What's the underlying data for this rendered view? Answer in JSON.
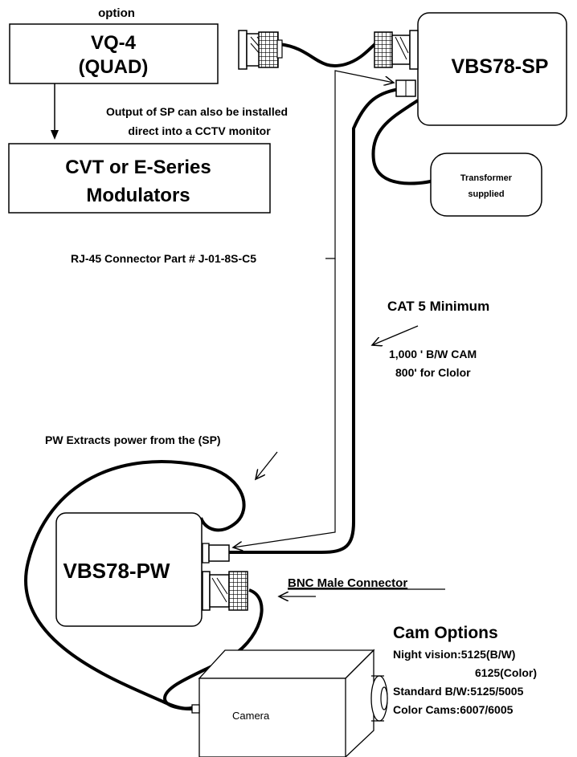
{
  "option_label": "option",
  "vq4": {
    "line1": "VQ-4",
    "line2": "(QUAD)"
  },
  "sp_box": {
    "label": "VBS78-SP"
  },
  "output_note": {
    "line1": "Output of SP can also be installed",
    "line2": "direct into a CCTV monitor"
  },
  "modulators": {
    "line1": "CVT or E-Series",
    "line2": "Modulators"
  },
  "transformer": {
    "line1": "Transformer",
    "line2": "supplied"
  },
  "rj45_label": "RJ-45 Connector Part # J-01-8S-C5",
  "cat5": {
    "title": "CAT 5 Minimum",
    "line1": "1,000 ' B/W CAM",
    "line2": "800' for Clolor"
  },
  "pw_note": "PW Extracts power from the (SP)",
  "pw_box": {
    "label": "VBS78-PW"
  },
  "bnc_label": "BNC Male Connector",
  "cam_options": {
    "title": "Cam Options",
    "lines": [
      "Night vision:5125(B/W)",
      "6125(Color)",
      "Standard B/W:5125/5005",
      "Color Cams:6007/6005"
    ]
  },
  "camera_label": "Camera"
}
